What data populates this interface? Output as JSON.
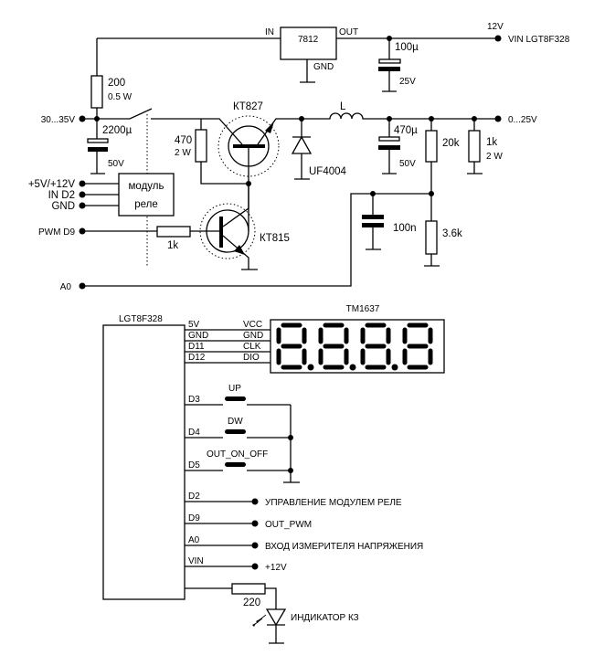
{
  "top": {
    "regulator": {
      "name": "7812",
      "in": "IN",
      "out": "OUT",
      "gnd": "GND"
    },
    "vin_12v": "12V",
    "vin_label": "VIN LGT8F328",
    "c_out": {
      "value": "100µ",
      "voltage": "25V"
    },
    "r_200": {
      "value": "200",
      "power": "0.5 W"
    },
    "input_label": "30...35V",
    "c_in": {
      "value": "2200µ",
      "voltage": "50V"
    },
    "r_470": {
      "value": "470",
      "power": "2 W"
    },
    "q1": "КТ827",
    "q2": "КТ815",
    "relay": {
      "line1": "модуль",
      "line2": "реле"
    },
    "relay_pins": [
      "+5V/+12V",
      "IN D2",
      "GND"
    ],
    "pwm_label": "PWM D9",
    "r_1k_base": "1k",
    "a0_label": "A0",
    "diode": "UF4004",
    "inductor": "L",
    "c_filter": {
      "value": "470µ",
      "voltage": "50V"
    },
    "r_20k": "20k",
    "r_3k6": "3.6k",
    "c_100n": "100n",
    "r_load": {
      "value": "1k",
      "power": "2 W"
    },
    "output_label": "0...25V"
  },
  "bottom": {
    "mcu": "LGT8F328",
    "display": "TM1637",
    "display_pins": [
      {
        "mcu": "5V",
        "disp": "VCC"
      },
      {
        "mcu": "GND",
        "disp": "GND"
      },
      {
        "mcu": "D11",
        "disp": "CLK"
      },
      {
        "mcu": "D12",
        "disp": "DIO"
      }
    ],
    "buttons": [
      {
        "pin": "D3",
        "label": "UP"
      },
      {
        "pin": "D4",
        "label": "DW"
      },
      {
        "pin": "D5",
        "label": "OUT_ON_OFF"
      }
    ],
    "outputs": [
      {
        "pin": "D2",
        "label": "УПРАВЛЕНИЕ МОДУЛЕМ РЕЛЕ"
      },
      {
        "pin": "D9",
        "label": "OUT_PWM"
      },
      {
        "pin": "A0",
        "label": "ВХОД ИЗМЕРИТЕЛЯ НАПРЯЖЕНИЯ"
      },
      {
        "pin": "VIN",
        "label": "+12V"
      }
    ],
    "led_resistor": "220",
    "led_label": "ИНДИКАТОР КЗ"
  }
}
